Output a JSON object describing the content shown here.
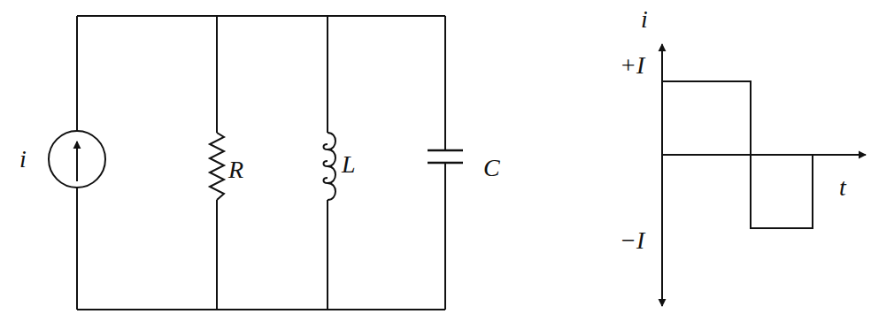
{
  "diagram": {
    "labels": [
      "i",
      "R",
      "L",
      "C",
      "i",
      "+I",
      "−I",
      "t"
    ]
  }
}
